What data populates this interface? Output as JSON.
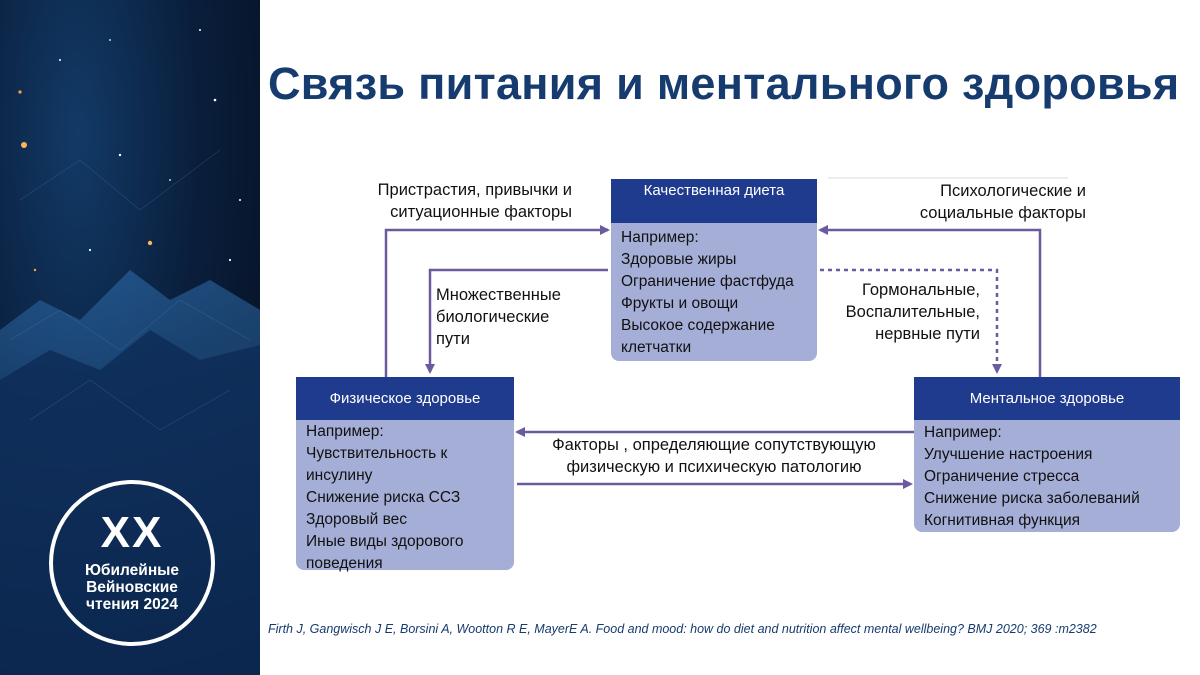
{
  "badge": {
    "number": "XX",
    "line1": "Юбилейные",
    "line2": "Вейновские",
    "line3": "чтения 2024"
  },
  "title": "Связь питания и ментального здоровья",
  "boxes": {
    "diet": {
      "heading": "Качественная диета",
      "items": [
        "Например:",
        "Здоровые жиры",
        "Ограничение фастфуда",
        "Фрукты и овощи",
        "Высокое содержание",
        "клетчатки"
      ]
    },
    "physical": {
      "heading": "Физическое здоровье",
      "items": [
        "Например:",
        "Чувствительность к",
        "инсулину",
        "Снижение риска ССЗ",
        "Здоровый вес",
        "Иные виды здорового",
        "поведения"
      ]
    },
    "mental": {
      "heading": "Ментальное здоровье",
      "items": [
        "Например:",
        "Улучшение настроения",
        "Ограничение стресса",
        "Снижение риска заболеваний",
        "Когнитивная функция"
      ]
    }
  },
  "labels": {
    "addictions": [
      "Пристрастия, привычки и",
      "ситуационные факторы"
    ],
    "psych": [
      "Психологические и",
      "социальные факторы"
    ],
    "bio": [
      "Множественные",
      "биологические",
      "пути"
    ],
    "hormonal": [
      "Гормональные,",
      "Воспалительные,",
      "нервные пути"
    ],
    "comorbid": [
      "Факторы , определяющие сопутствующую",
      "физическую и психическую патологию"
    ]
  },
  "citation": "Firth J, Gangwisch J E, Borsini A, Wootton R E, MayerE A. Food and mood: how do diet and nutrition affect mental wellbeing?  BMJ  2020;  369 :m2382",
  "colors": {
    "box_header": "#1f3b8e",
    "box_body": "#a4aed7",
    "arrow": "#6b5a9e",
    "title": "#163b6e"
  }
}
